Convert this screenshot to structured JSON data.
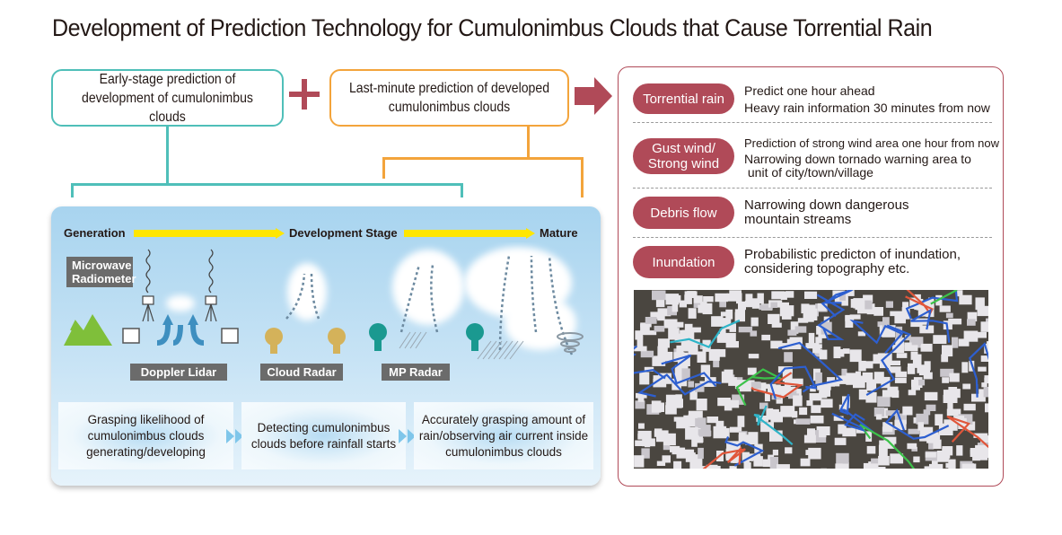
{
  "title": "Development of Prediction Technology for Cumulonimbus Clouds that Cause Torrential Rain",
  "top_boxes": {
    "early": "Early-stage prediction of development of cumulonimbus clouds",
    "last": "Last-minute prediction of developed cumulonimbus clouds",
    "plus_symbol": "plus-icon",
    "arrow_symbol": "right-arrow-icon"
  },
  "colors": {
    "teal": "#4fbfb9",
    "orange": "#f3a43b",
    "accent_red": "#b04a58",
    "stage_arrow_yellow": "#ffe600",
    "tag_gray": "#6b6b6b"
  },
  "stages": {
    "generation": "Generation",
    "development": "Development Stage",
    "mature": "Mature"
  },
  "instruments": {
    "microwave": "Microwave Radiometer",
    "doppler": "Doppler Lidar",
    "cloud_radar": "Cloud Radar",
    "mp_radar": "MP Radar"
  },
  "descriptions": [
    "Grasping likelihood of cumulonimbus clouds generating/developing",
    "Detecting cumulonimbus clouds before rainfall starts",
    "Accurately grasping amount of rain/observing air current inside cumulonimbus clouds"
  ],
  "hazards": [
    {
      "label": "Torrential rain",
      "lines": [
        "Predict one hour ahead",
        "Heavy rain information 30 minutes from now"
      ]
    },
    {
      "label": "Gust wind/ Strong wind",
      "lines": [
        "Prediction of strong wind area one hour from now",
        "Narrowing down tornado warning area to",
        " unit of city/town/village"
      ]
    },
    {
      "label": "Debris flow",
      "lines": [
        "Narrowing down dangerous",
        "mountain streams"
      ]
    },
    {
      "label": "Inundation",
      "lines": [
        "Probabilistic predicton of inundation,",
        "considering topography etc."
      ]
    }
  ],
  "city_image": "aerial-city-inundation-map"
}
